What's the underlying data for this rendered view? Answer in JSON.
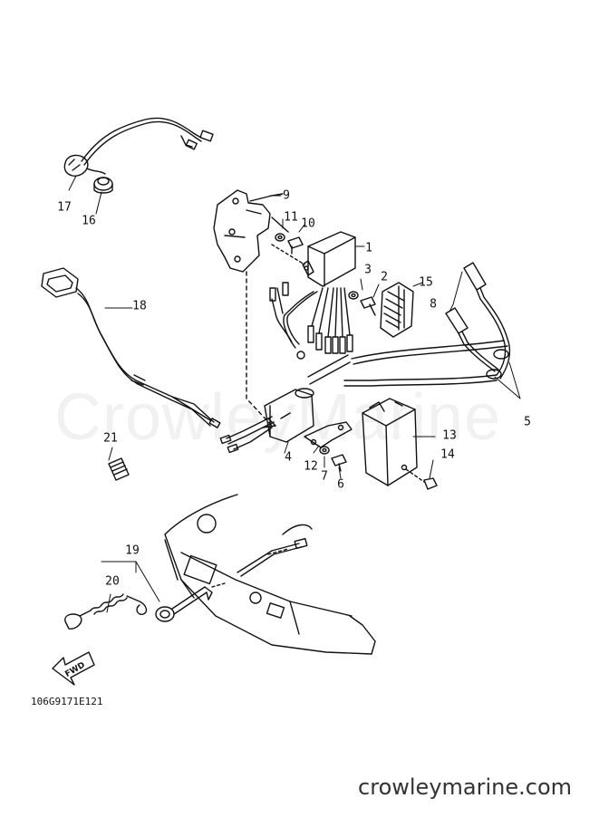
{
  "watermark": "CrowleyMarine",
  "drawing_code": "106G9171E121",
  "site_url": "crowleymarine.com",
  "fwd_label": "FWD",
  "colors": {
    "ink": "#111111",
    "watermark": "#f1f1f1",
    "url": "#333333"
  },
  "callouts": [
    {
      "id": "1",
      "text": "1"
    },
    {
      "id": "2",
      "text": "2"
    },
    {
      "id": "3",
      "text": "3"
    },
    {
      "id": "4",
      "text": "4"
    },
    {
      "id": "5",
      "text": "5"
    },
    {
      "id": "6",
      "text": "6"
    },
    {
      "id": "7",
      "text": "7"
    },
    {
      "id": "8",
      "text": "8"
    },
    {
      "id": "9",
      "text": "9"
    },
    {
      "id": "10",
      "text": "10"
    },
    {
      "id": "11",
      "text": "11"
    },
    {
      "id": "12",
      "text": "12"
    },
    {
      "id": "13",
      "text": "13"
    },
    {
      "id": "14",
      "text": "14"
    },
    {
      "id": "15",
      "text": "15"
    },
    {
      "id": "16",
      "text": "16"
    },
    {
      "id": "17",
      "text": "17"
    },
    {
      "id": "18",
      "text": "18"
    },
    {
      "id": "19",
      "text": "19"
    },
    {
      "id": "20",
      "text": "20"
    },
    {
      "id": "21",
      "text": "21"
    }
  ]
}
